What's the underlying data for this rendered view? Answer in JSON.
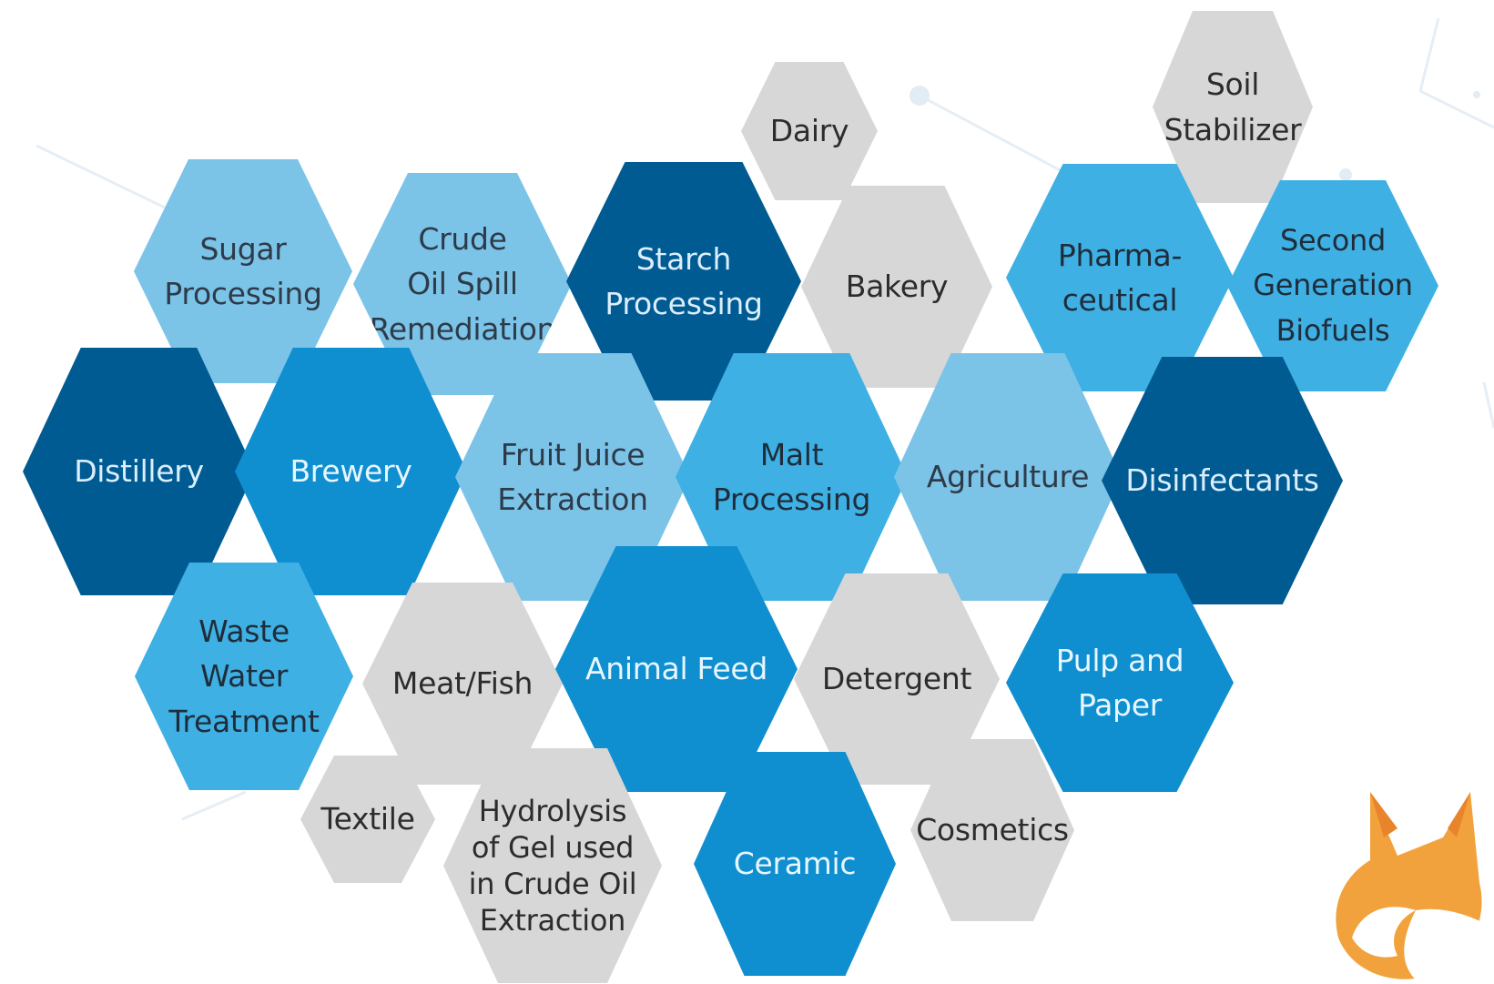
{
  "hexagons": [
    {
      "label": "Soil\nStabilizer",
      "shade": "gray"
    },
    {
      "label": "Dairy",
      "shade": "gray"
    },
    {
      "label": "Sugar\nProcessing",
      "shade": "light"
    },
    {
      "label": "Crude\nOil Spill\nRemediation",
      "shade": "light"
    },
    {
      "label": "Starch\nProcessing",
      "shade": "dark"
    },
    {
      "label": "Bakery",
      "shade": "gray"
    },
    {
      "label": "Pharma-\nceutical",
      "shade": "mid"
    },
    {
      "label": "Second\nGeneration\nBiofuels",
      "shade": "mid"
    },
    {
      "label": "Distillery",
      "shade": "dark"
    },
    {
      "label": "Brewery",
      "shade": "blue"
    },
    {
      "label": "Fruit Juice\nExtraction",
      "shade": "light"
    },
    {
      "label": "Malt\nProcessing",
      "shade": "mid"
    },
    {
      "label": "Agriculture",
      "shade": "light"
    },
    {
      "label": "Disinfectants",
      "shade": "dark"
    },
    {
      "label": "Waste\nWater\nTreatment",
      "shade": "mid"
    },
    {
      "label": "Meat/Fish",
      "shade": "gray"
    },
    {
      "label": "Animal Feed",
      "shade": "blue"
    },
    {
      "label": "Detergent",
      "shade": "gray"
    },
    {
      "label": "Pulp and\nPaper",
      "shade": "blue"
    },
    {
      "label": "Textile",
      "shade": "gray"
    },
    {
      "label": "Hydrolysis\nof Gel used\nin Crude Oil\nExtraction",
      "shade": "gray"
    },
    {
      "label": "Ceramic",
      "shade": "blue"
    },
    {
      "label": "Cosmetics",
      "shade": "gray"
    }
  ],
  "colors": {
    "light": "#7cc3e8",
    "mid": "#3fb0e3",
    "blue": "#0f8fd0",
    "dark": "#005b93",
    "gray": "#d7d7d7"
  },
  "mascot_icon": "fox-icon"
}
